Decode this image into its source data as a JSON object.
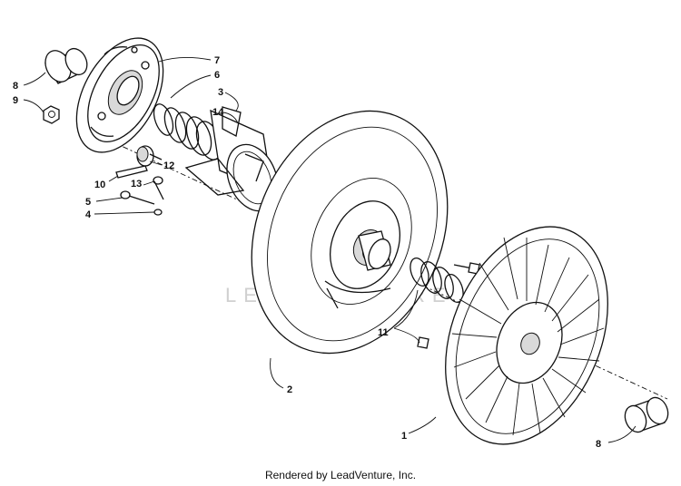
{
  "footer": "Rendered by LeadVenture, Inc.",
  "watermark": "LEADVENTURE",
  "part_labels": {
    "p8a": "8",
    "p9": "9",
    "p7": "7",
    "p6": "6",
    "p3": "3",
    "p14": "14",
    "p12": "12",
    "p10": "10",
    "p13": "13",
    "p5": "5",
    "p4": "4",
    "p11": "11",
    "p2": "2",
    "p1": "1",
    "p8b": "8"
  }
}
